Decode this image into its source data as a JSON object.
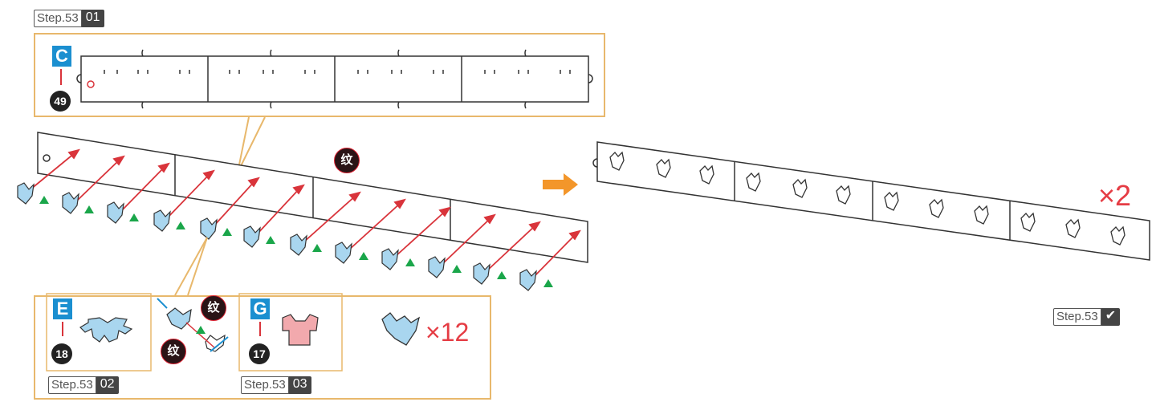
{
  "step_tags": {
    "top": {
      "label": "Step.53",
      "num": "01"
    },
    "e": {
      "label": "Step.53",
      "num": "02"
    },
    "g": {
      "label": "Step.53",
      "num": "03"
    },
    "done": {
      "label": "Step.53",
      "num": "✔"
    }
  },
  "parts": {
    "c": {
      "letter": "C",
      "number": "49"
    },
    "e": {
      "letter": "E",
      "number": "18"
    },
    "g": {
      "letter": "G",
      "number": "17"
    }
  },
  "marks": {
    "wen": "纹"
  },
  "quantities": {
    "sub": "×12",
    "final": "×2"
  },
  "colors": {
    "accent_blue": "#1b8fd0",
    "callout_border": "#e8b86c",
    "arrow_red": "#d9343b",
    "arrow_orange": "#f3962a",
    "part_blue": "#a9d6ef",
    "part_pink": "#f2a9ad",
    "tri_green": "#1aa64a"
  },
  "icons": [
    "strip-part-icon",
    "shell-piece-icon",
    "pink-piece-icon",
    "green-triangle-icon",
    "orange-arrow-icon"
  ]
}
